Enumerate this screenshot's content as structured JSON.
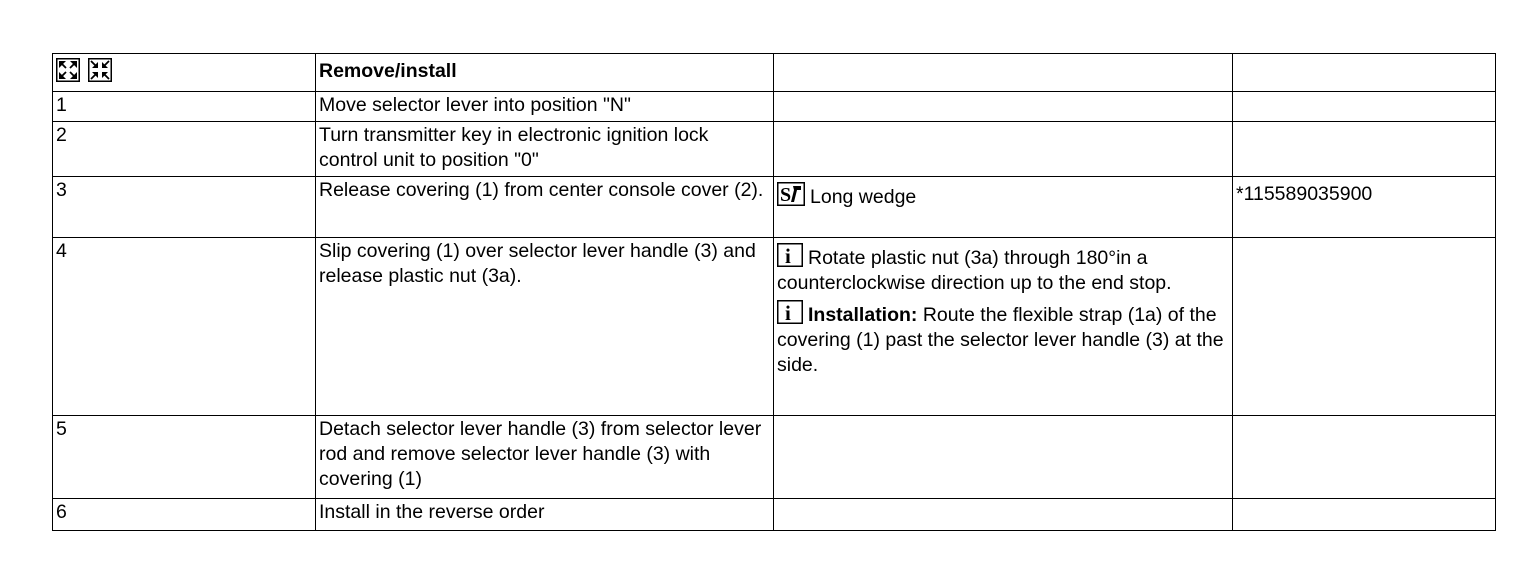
{
  "header": {
    "title": "Remove/install",
    "icons": [
      "remove-icon",
      "install-icon"
    ]
  },
  "steps": [
    {
      "number": "1",
      "action": "Move selector lever into position \"N\"",
      "notes": [],
      "tool": "",
      "part_number": ""
    },
    {
      "number": "2",
      "action": "Turn transmitter key in electronic ignition lock control unit to position \"0\"",
      "notes": [],
      "tool": "",
      "part_number": ""
    },
    {
      "number": "3",
      "action": "Release covering (1) from center console cover (2).",
      "notes": [],
      "tool": "Long wedge",
      "part_number": "*115589035900"
    },
    {
      "number": "4",
      "action": "Slip covering (1) over selector lever handle (3) and release plastic nut (3a).",
      "notes": [
        {
          "label": "",
          "text": "Rotate plastic nut (3a) through 180°in a counterclockwise direction up to the end stop."
        },
        {
          "label": "Installation:",
          "text": " Route the flexible strap (1a) of the covering (1) past the selector lever handle (3) at the side."
        }
      ],
      "tool": "",
      "part_number": ""
    },
    {
      "number": "5",
      "action": "Detach selector lever handle (3) from selector lever rod and remove selector lever handle (3) with covering (1)",
      "notes": [],
      "tool": "",
      "part_number": ""
    },
    {
      "number": "6",
      "action": "Install in the reverse order",
      "notes": [],
      "tool": "",
      "part_number": ""
    }
  ]
}
